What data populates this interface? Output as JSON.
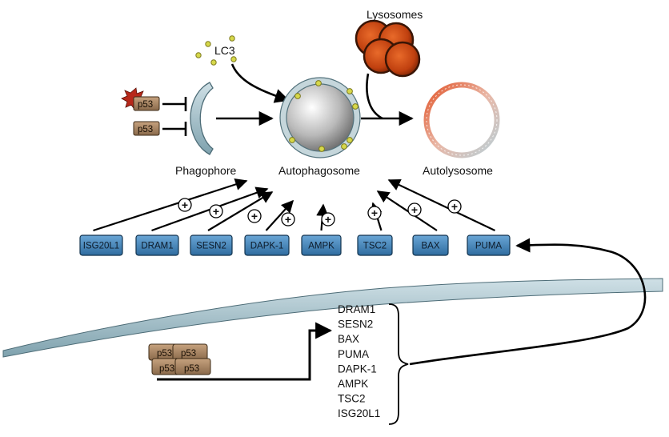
{
  "labels": {
    "lysosomes": "Lysosomes",
    "lc3": "LC3",
    "phagophore": "Phagophore",
    "autophagosome": "Autophagosome",
    "autolysosome": "Autolysosome"
  },
  "p53_label": "p53",
  "plus_sign": "+",
  "genes": [
    "ISG20L1",
    "DRAM1",
    "SESN2",
    "DAPK-1",
    "AMPK",
    "TSC2",
    "BAX",
    "PUMA"
  ],
  "targets": [
    "DRAM1",
    "SESN2",
    "BAX",
    "PUMA",
    "DAPK-1",
    "AMPK",
    "TSC2",
    "ISG20L1"
  ],
  "colors": {
    "gene_box": "#3e7fb3",
    "p53_box": "#9e7d5c",
    "membrane": "#9fbec8",
    "lysosome": "#c94a12",
    "lc3_dot": "#d6d84a"
  }
}
